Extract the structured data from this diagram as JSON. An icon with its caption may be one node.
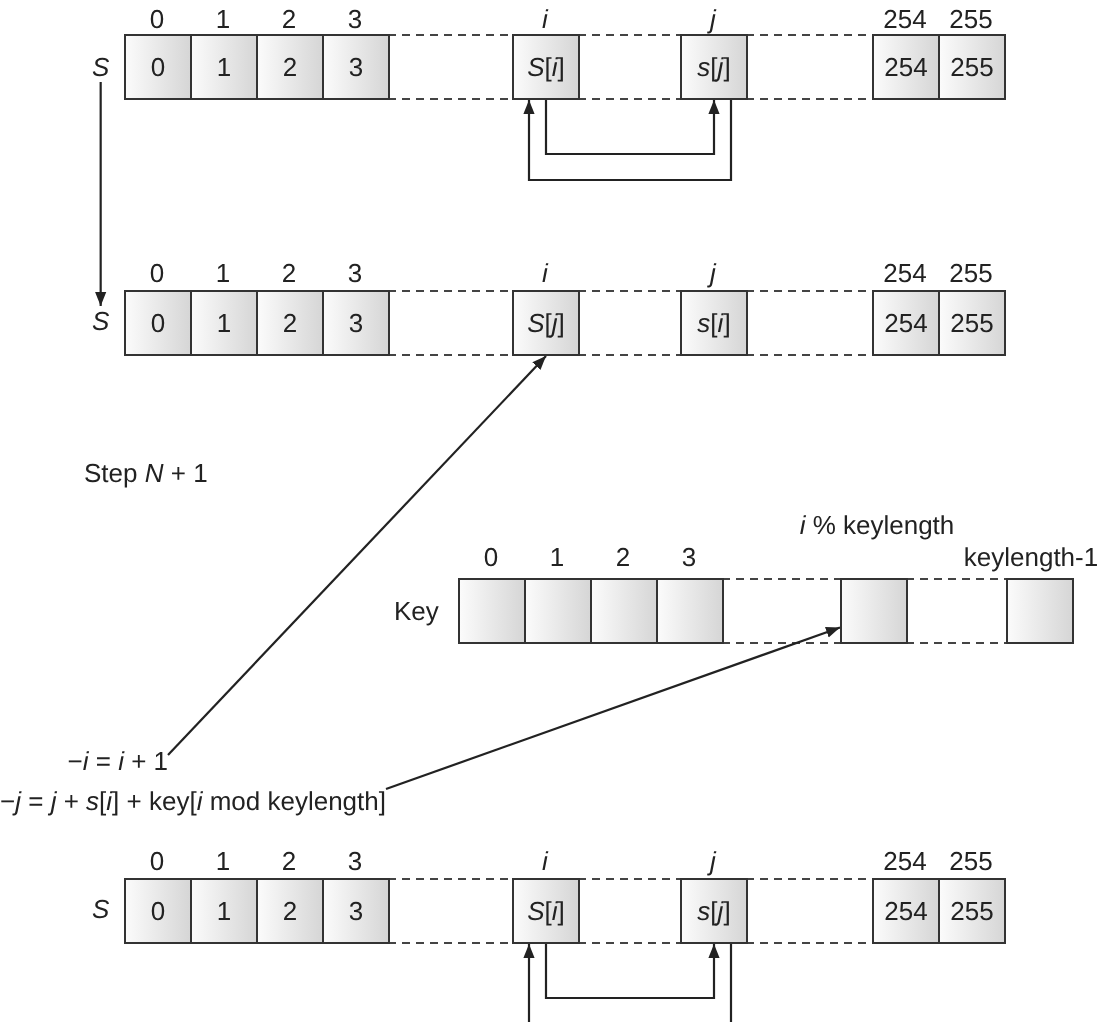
{
  "diagram": {
    "nodes": [
      {
        "text": [
          "0"
        ]
      },
      {
        "text": [
          "1"
        ]
      },
      {
        "text": [
          "2"
        ]
      },
      {
        "text": [
          "3"
        ]
      },
      {
        "text": [
          "*S*[*i*]"
        ]
      },
      {
        "text": [
          "*s*[*j*]"
        ]
      },
      {
        "text": [
          "254"
        ]
      },
      {
        "text": [
          "255"
        ]
      },
      {
        "text": [
          "0"
        ]
      },
      {
        "text": [
          "1"
        ]
      },
      {
        "text": [
          "2"
        ]
      },
      {
        "text": [
          "3"
        ]
      },
      {
        "text": [
          "*S*[*j*]"
        ]
      },
      {
        "text": [
          "*s*[*i*]"
        ]
      },
      {
        "text": [
          "254"
        ]
      },
      {
        "text": [
          "255"
        ]
      },
      {
        "text": [],
        "shape": "box"
      },
      {
        "text": [],
        "shape": "box"
      },
      {
        "text": [],
        "shape": "box"
      },
      {
        "text": [],
        "shape": "box"
      },
      {
        "text": [],
        "shape": "box"
      },
      {
        "text": [],
        "shape": "box"
      },
      {
        "text": [
          "0"
        ]
      },
      {
        "text": [
          "1"
        ]
      },
      {
        "text": [
          "2"
        ]
      },
      {
        "text": [
          "3"
        ]
      },
      {
        "text": [
          "*S*[*i*]"
        ]
      },
      {
        "text": [
          "*s*[*j*]"
        ]
      },
      {
        "text": [
          "254"
        ]
      },
      {
        "text": [
          "255"
        ]
      },
      {
        "text": [
          "S"
        ]
      },
      {
        "text": [
          "S"
        ]
      },
      {
        "text": [
          "−*i* = *i* + 1"
        ]
      },
      {
        "text": [
          "−*j* = *j* + *s*[*i*] + key[*i* mod keylength]"
        ]
      }
    ],
    "edges": [
      {
        "from": 30,
        "to": 31,
        "arrow": "to"
      },
      {
        "from": 4,
        "to": 5,
        "arrow": "to"
      },
      {
        "from": 5,
        "to": 4,
        "arrow": "to"
      },
      {
        "from": 32,
        "to": 12,
        "arrow": "to"
      },
      {
        "from": 33,
        "to": 20,
        "arrow": "to"
      },
      {
        "from": 26,
        "to": 27,
        "arrow": "to"
      },
      {
        "from": 27,
        "to": 26,
        "arrow": "to"
      }
    ],
    "labels": [
      "0",
      "1",
      "2",
      "3",
      "i",
      "j",
      "254",
      "255",
      "0",
      "1",
      "2",
      "3",
      "i",
      "j",
      "254",
      "255",
      "Step *N* + 1",
      "*i* % keylength",
      "0",
      "1",
      "2",
      "3",
      "keylength-1",
      "Key",
      "0",
      "1",
      "2",
      "3",
      "i",
      "j",
      "254",
      "255",
      "S"
    ]
  }
}
